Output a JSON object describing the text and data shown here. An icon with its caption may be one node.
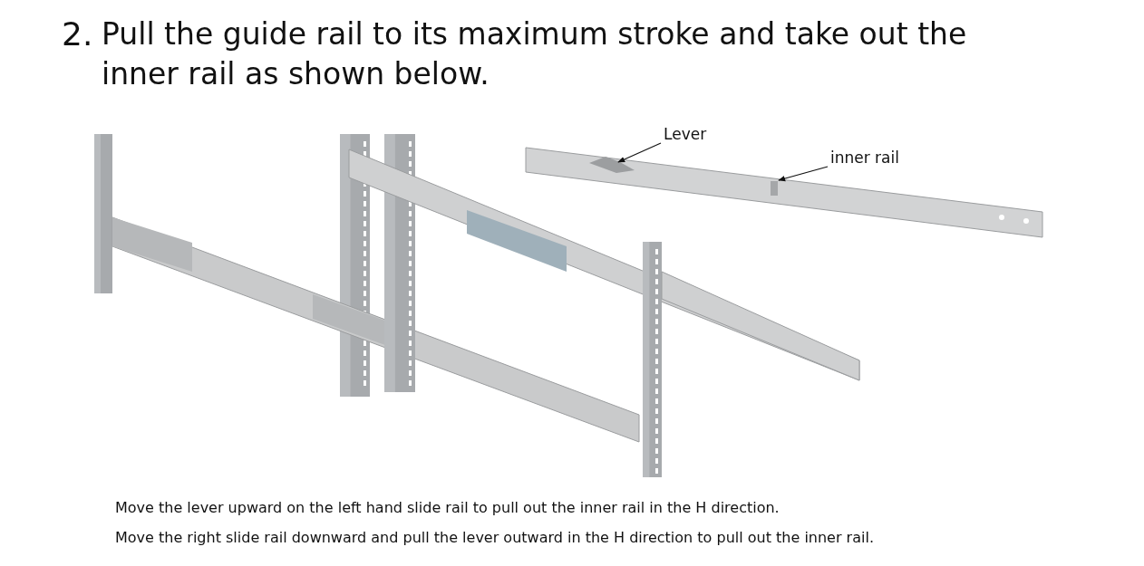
{
  "diagram": {
    "title": "Pull the guide rail to its maximum stroke and take out the inner rail as shown below.",
    "nodes": [
      {
        "text": [
          "Lever"
        ]
      },
      {
        "text": [
          "inner rail"
        ]
      },
      {
        "text": [],
        "shape": "picture"
      },
      {
        "text": [],
        "shape": "picture",
        "in": 2
      }
    ],
    "edges": [
      {
        "from": 0,
        "to": 3,
        "arrow": "to"
      },
      {
        "from": 1,
        "to": 2,
        "arrow": "to"
      }
    ],
    "labels": [
      "2.",
      "Move the lever upward on the left hand slide rail to pull out the inner rail in the H direction.",
      "Move the right slide rail downward and pull the lever outward in the H direction to pull out the inner rail."
    ]
  }
}
